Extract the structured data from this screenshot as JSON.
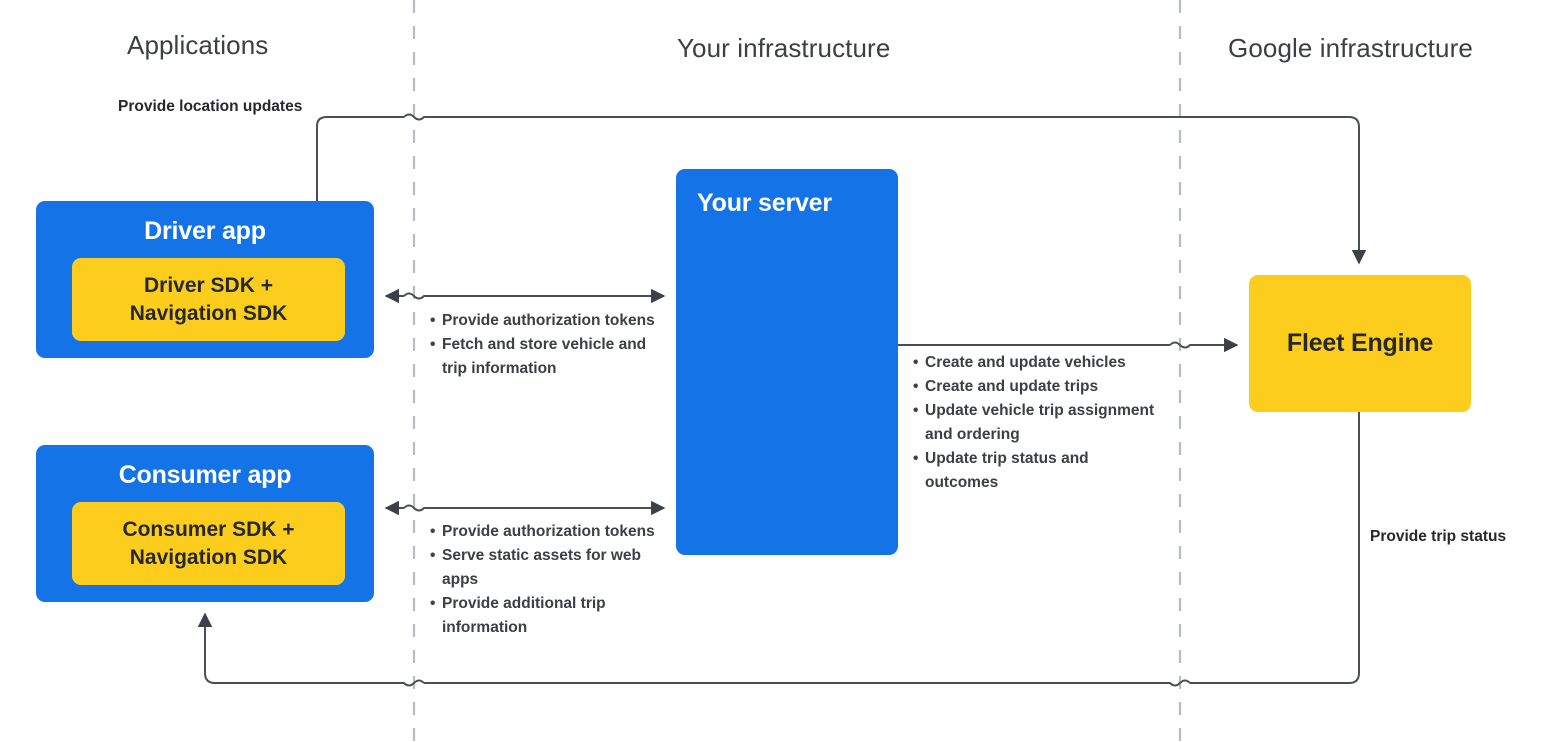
{
  "headers": [
    {
      "id": "applications",
      "label": "Applications"
    },
    {
      "id": "your_infrastructure",
      "label": "Your infrastructure"
    },
    {
      "id": "google_infrastructure",
      "label": "Google infrastructure"
    }
  ],
  "nodes": {
    "driver_app": {
      "title": "Driver app",
      "sdk": "Driver SDK +\nNavigation SDK",
      "sdk_line1": "Driver SDK +",
      "sdk_line2": "Navigation SDK"
    },
    "consumer_app": {
      "title": "Consumer app",
      "sdk": "Consumer SDK +\nNavigation SDK",
      "sdk_line1": "Consumer SDK +",
      "sdk_line2": "Navigation SDK"
    },
    "your_server": {
      "title": "Your server"
    },
    "fleet_engine": {
      "title": "Fleet Engine"
    }
  },
  "edge_labels": {
    "location_updates": "Provide location updates",
    "trip_status": "Provide trip status"
  },
  "bullet_lists": {
    "driver_to_server": [
      "Provide authorization tokens",
      "Fetch and store vehicle and trip information"
    ],
    "consumer_to_server": [
      "Provide authorization tokens",
      "Serve static assets for web apps",
      "Provide additional trip information"
    ],
    "server_to_fleet_engine": [
      "Create and update vehicles",
      "Create and update trips",
      "Update vehicle trip assignment and ordering",
      "Update trip status and outcomes"
    ]
  },
  "colors": {
    "blue": "#1473e6",
    "yellow": "#fccd1c",
    "text_dark": "#3c4043",
    "box_text_dark": "#26282b",
    "line": "#4a4f57",
    "divider": "#b6bcc4",
    "background": "#ffffff"
  }
}
